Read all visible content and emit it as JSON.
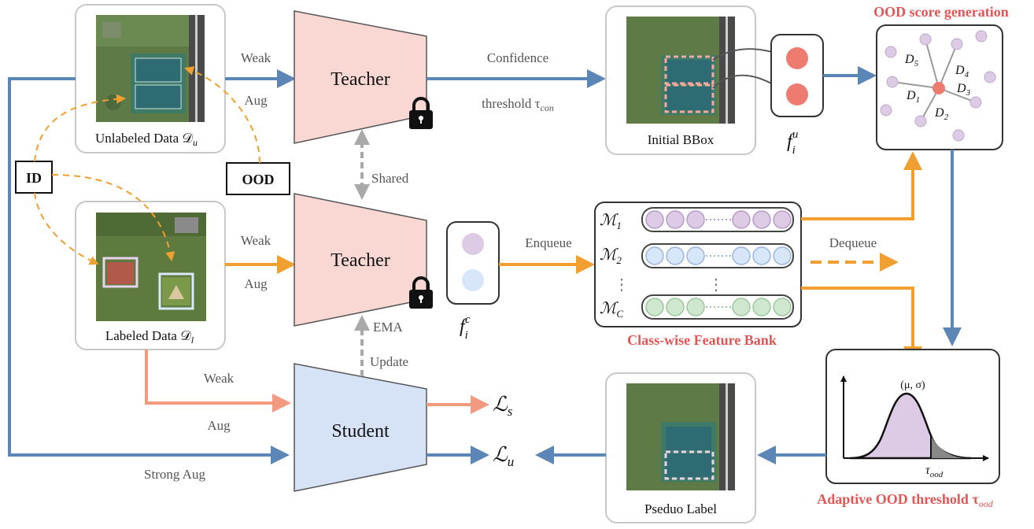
{
  "colors": {
    "blue_arrow": "#5b86b5",
    "orange_arrow": "#f0a030",
    "salmon_arrow": "#f19a80",
    "gray_arrow": "#a9a9a9",
    "teacher_fill": "#f9d8d3",
    "student_fill": "#d6e2f6",
    "red_title": "#e25555",
    "box_stroke": "#c8c8c8",
    "dark_box_stroke": "#333333",
    "purple_dot": "#ddcbe6",
    "blue_dot": "#d7e6f9",
    "green_dot": "#cfe7cf",
    "red_dot": "#ee7b70"
  },
  "data_boxes": {
    "unlabeled": {
      "label": "Unlabeled Data 𝒟",
      "sub": "u"
    },
    "labeled": {
      "label": "Labeled Data 𝒟",
      "sub": "l"
    }
  },
  "tags": {
    "id": "ID",
    "ood": "OOD"
  },
  "aug_labels": {
    "weak_top": "Weak",
    "aug_top": "Aug",
    "weak_mid": "Weak",
    "aug_mid": "Aug",
    "weak_bottom": "Weak",
    "aug_bottom": "Aug",
    "strong_aug": "Strong Aug"
  },
  "models": {
    "teacher_top": "Teacher",
    "teacher_bottom": "Teacher",
    "student": "Student",
    "lock_icon": "lock-icon"
  },
  "links": {
    "shared": "Shared",
    "ema": "EMA",
    "update": "Update"
  },
  "confidence": {
    "line1": "Confidence",
    "line2": "threshold τ",
    "line2_sub": "con"
  },
  "initial_bbox": {
    "label": "Initial BBox"
  },
  "features": {
    "unlabeled": {
      "base": "f",
      "sub": "i",
      "sup": "u"
    },
    "labeled": {
      "base": "f",
      "sub": "i",
      "sup": "c"
    }
  },
  "enqueue": "Enqueue",
  "dequeue": "Dequeue",
  "feature_bank": {
    "title": "Class-wise Feature Bank",
    "rows": [
      {
        "base": "ℳ",
        "sub": "1"
      },
      {
        "base": "ℳ",
        "sub": "2"
      },
      {
        "base": "ℳ",
        "sub": "C"
      }
    ],
    "ellipsis": "⋮"
  },
  "ood_score": {
    "title": "OOD score generation",
    "distances": [
      {
        "base": "D",
        "sub": "5"
      },
      {
        "base": "D",
        "sub": "4"
      },
      {
        "base": "D",
        "sub": "3"
      },
      {
        "base": "D",
        "sub": "1"
      },
      {
        "base": "D",
        "sub": "2"
      }
    ]
  },
  "threshold_box": {
    "title": "Adaptive OOD threshold τ",
    "title_sub": "ood",
    "peak_label": "(μ, σ)",
    "tau_label": "τ",
    "tau_sub": "ood"
  },
  "pseudo_label": {
    "label": "Pseduo Label"
  },
  "losses": {
    "supervised": {
      "base": "ℒ",
      "sub": "s"
    },
    "unsupervised": {
      "base": "ℒ",
      "sub": "u"
    }
  }
}
